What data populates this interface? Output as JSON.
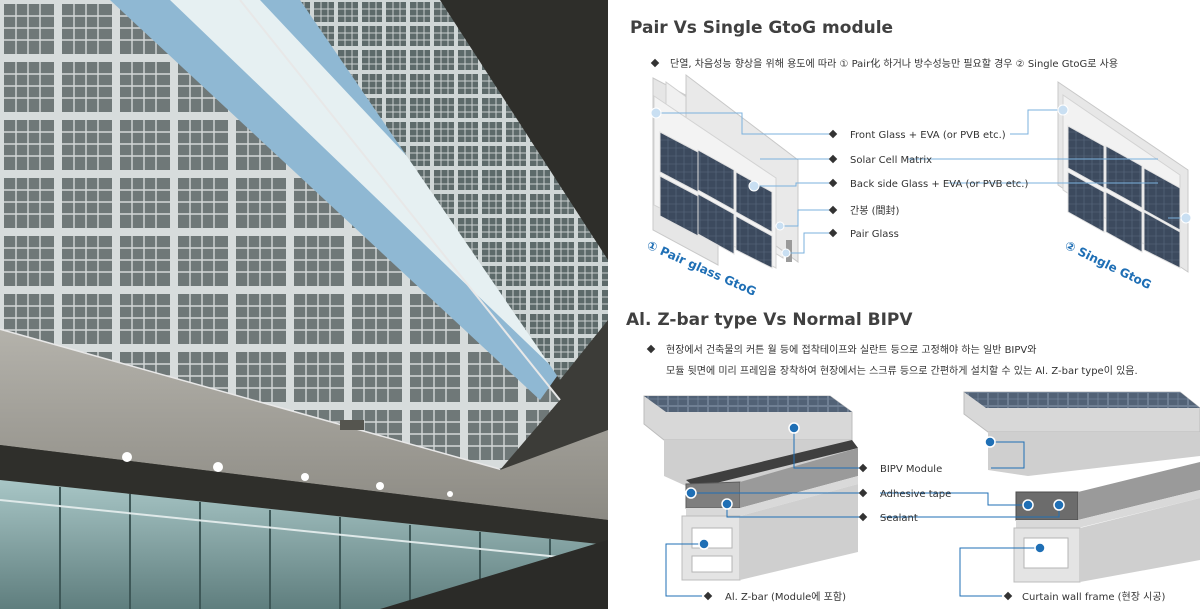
{
  "section1": {
    "title": "Pair Vs Single GtoG module",
    "bullet": "단열, 차음성능 향상을 위해 용도에 따라 ① Pair化 하거나 방수성능만 필요할 경우 ② Single GtoG로 사용",
    "labels": [
      "Front Glass + EVA (or PVB etc.)",
      "Solar Cell Matrix",
      "Back side Glass + EVA (or PVB etc.)",
      "간봉 (間封)",
      "Pair Glass"
    ],
    "left_caption": "① Pair glass GtoG",
    "right_caption": "② Single GtoG"
  },
  "section2": {
    "title": "Al. Z-bar type Vs Normal BIPV",
    "bullet_line1": "현장에서 건축물의 커튼 월 등에 접착테이프와 실란트 등으로 고정해야 하는 일반 BIPV와",
    "bullet_line2": "모듈 뒷면에 미리 프레임을 장착하여 현장에서는 스크류 등으로 간편하게 설치할 수 있는 Al. Z-bar type이 있음.",
    "labels": [
      "BIPV Module",
      "Adhesive tape",
      "Sealant"
    ],
    "left_bottom_label": "Al. Z-bar (Module에 포함)",
    "right_bottom_label": "Curtain wall frame (현장 시공)"
  },
  "colors": {
    "accent": "#1f6fb5",
    "heading": "#404040",
    "cell": "#3c4a5e",
    "frame": "#c8c8c8"
  }
}
